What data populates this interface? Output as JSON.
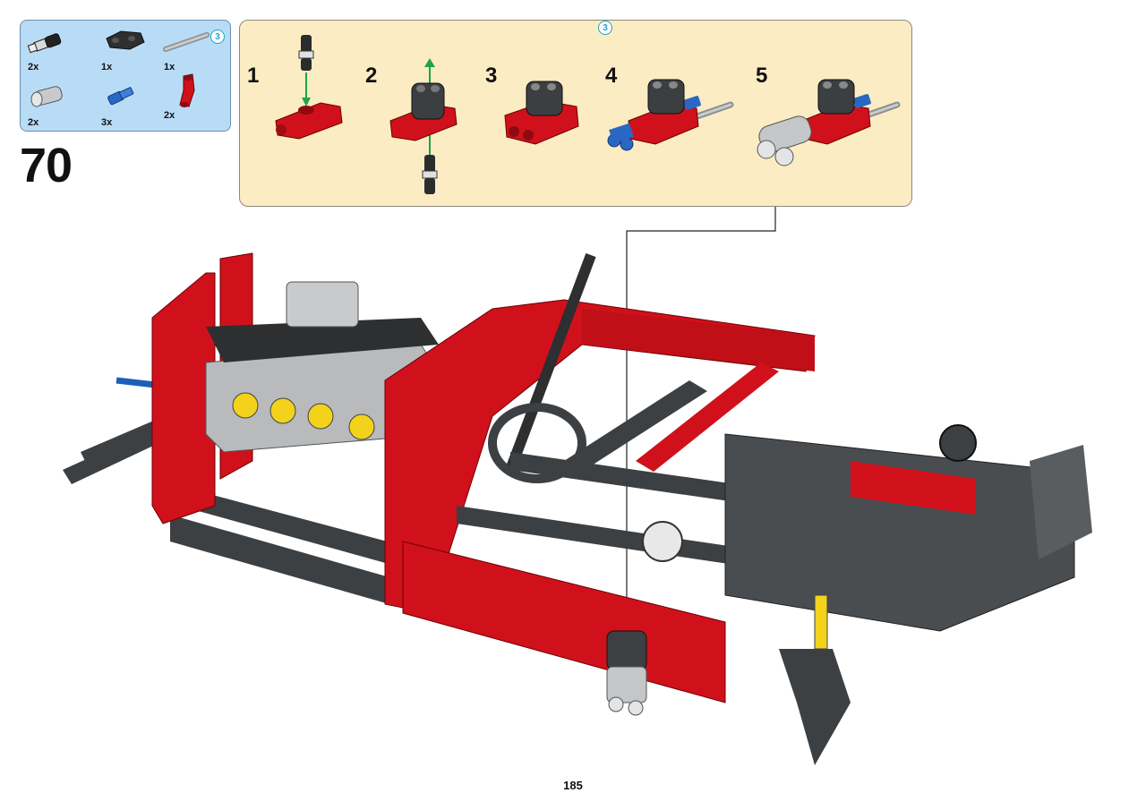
{
  "parts_list": {
    "items": [
      {
        "icon": "black-axle-pin-icon",
        "qty": "2x"
      },
      {
        "icon": "black-cross-block-icon",
        "qty": "1x"
      },
      {
        "icon": "gray-axle-icon",
        "qty": "1x",
        "badge": "3"
      },
      {
        "icon": "gray-connector-icon",
        "qty": "2x"
      },
      {
        "icon": "blue-axle-pin-icon",
        "qty": "3x"
      },
      {
        "icon": "red-angle-connector-icon",
        "qty": "2x"
      }
    ]
  },
  "step": {
    "number": "70"
  },
  "sub_assembly": {
    "steps": [
      {
        "label": "1"
      },
      {
        "label": "2"
      },
      {
        "label": "3"
      },
      {
        "label": "4",
        "badge": "3"
      },
      {
        "label": "5"
      }
    ]
  },
  "colors": {
    "red": "#d0111b",
    "dark_gray": "#4a4d50",
    "light_gray": "#b9bbbd",
    "blue": "#1d5fb8",
    "yellow": "#f2d21b",
    "tan": "#dcc79a",
    "parts_bg": "#b9dcf6",
    "sub_bg": "#fbecc3"
  },
  "page": {
    "number": "185"
  }
}
